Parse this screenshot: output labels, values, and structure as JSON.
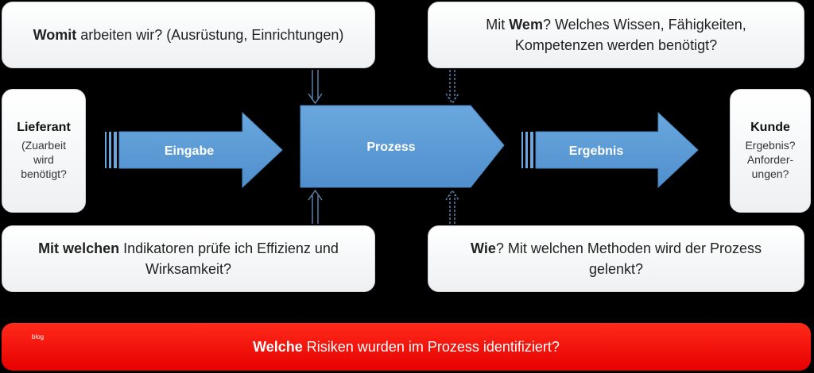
{
  "top_left": {
    "bold": "Womit",
    "text": " arbeiten wir? (Ausrüstung, Einrichtungen)"
  },
  "top_right": {
    "pre": "Mit ",
    "bold": "Wem",
    "text": "? Welches Wissen, Fähigkeiten, Kompetenzen werden benötigt?"
  },
  "bottom_left": {
    "bold": "Mit welchen",
    "text": " Indikatoren prüfe ich Effizienz und Wirksamkeit?"
  },
  "bottom_right": {
    "bold": "Wie",
    "text": "? Mit welchen Methoden wird der Prozess gelenkt?"
  },
  "supplier": {
    "title": "Lieferant",
    "line1": "(Zuarbeit",
    "line2": "wird",
    "line3": "benötigt?"
  },
  "customer": {
    "title": "Kunde",
    "line1": "Ergebnis?",
    "line2": "Anforder-",
    "line3": "ungen?"
  },
  "arrows": {
    "input": "Eingabe",
    "process": "Prozess",
    "output": "Ergebnis"
  },
  "risk": {
    "bold": "Welche",
    "text": " Risiken wurden im Prozess identifiziert?"
  },
  "watermark": "blog",
  "colors": {
    "arrow_blue": "#5b9bd5",
    "risk_red": "#ff0000",
    "box_bg": "#ffffff"
  }
}
